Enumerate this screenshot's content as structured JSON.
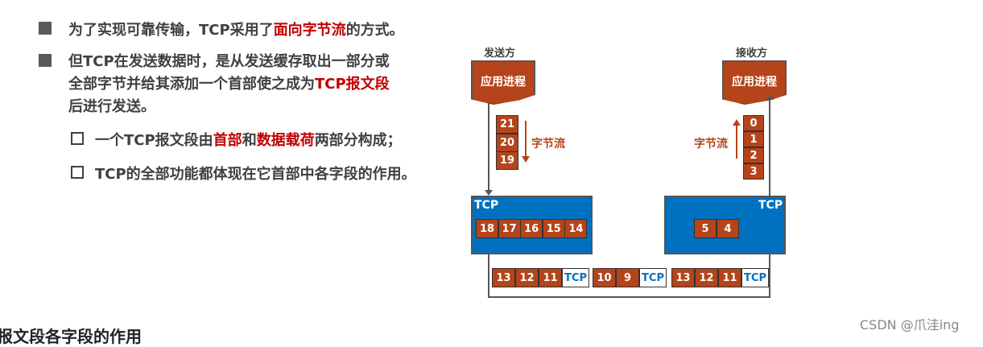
{
  "bullets": [
    {
      "pre": "为了实现可靠传输，TCP采用了",
      "hl": "面向字节流",
      "post": "的方式。"
    },
    {
      "l1": "但TCP在发送数据时，是从发送缓存取出一部分或",
      "l2pre": "全部字节并给其添加一个首部使之成为",
      "l2hl": "TCP报文段",
      "l3": "后进行发送。"
    }
  ],
  "sub": [
    {
      "a": "一个TCP报文段由",
      "b": "首部",
      "c": "和",
      "d": "数据载荷",
      "e": "两部分构成；"
    },
    {
      "a": "TCP的全部功能都体现在它首部中各字段的作用。"
    }
  ],
  "heading": "报文段各字段的作用",
  "watermark": "CSDN @爪洼ing",
  "diagram": {
    "sender": "发送方",
    "receiver": "接收方",
    "app": "应用进程",
    "flow": "字节流",
    "tcp": "TCP",
    "sender_stack": [
      "21",
      "20",
      "19"
    ],
    "receiver_stack": [
      "0",
      "1",
      "2",
      "3"
    ],
    "sender_buf": [
      "18",
      "17",
      "16",
      "15",
      "14"
    ],
    "receiver_buf": [
      "5",
      "4"
    ],
    "segments": [
      [
        "13",
        "12",
        "11",
        "TCP"
      ],
      [
        "10",
        "9",
        "TCP"
      ],
      [
        "13",
        "12",
        "11",
        "TCP"
      ]
    ]
  }
}
